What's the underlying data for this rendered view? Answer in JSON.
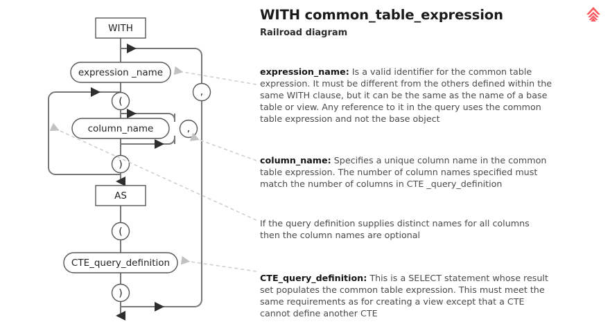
{
  "header": {
    "title": "WITH common_table_expression",
    "subtitle": "Railroad diagram",
    "logo_icon": "mountain-logo-icon",
    "logo_color": "#fa5a5f"
  },
  "diagram": {
    "type": "railroad-diagram",
    "nodes": {
      "with_keyword": "WITH",
      "expression_name": "expression _name",
      "open_paren_1": "(",
      "column_name": "column_name",
      "close_paren_1": ")",
      "as_keyword": "AS",
      "open_paren_2": "(",
      "cte_query_definition": "CTE_query_definition",
      "close_paren_2": ")",
      "comma_outer": ",",
      "comma_inner": ","
    },
    "colors": {
      "line": "#767676",
      "node_stroke": "#555555",
      "node_fill": "#ffffff",
      "arrow": "#2e2e2e",
      "leader": "#c6c6c6"
    }
  },
  "notes": [
    {
      "id": "expression-name",
      "term": "expression_name:",
      "body": " Is a valid identifier for the common table expression. It must be different from the others defined within the same WITH clause, but it can be the same as the name of a base table or view. Any reference to it in the query uses the common table expression and not the base object"
    },
    {
      "id": "column-name",
      "term": "column_name:",
      "body": " Specifies a unique column name in the common table expression. The number of column names specified must match the number of columns in CTE _query_definition"
    },
    {
      "id": "optional",
      "term": "",
      "body": "If the query definition supplies distinct names for all columns then the column names are optional"
    },
    {
      "id": "cte-query-definition",
      "term": "CTE_query_definition:",
      "body": " This is a SELECT statement whose result set populates the common table expression. This must meet the same requirements as for creating a view except that a CTE cannot define another CTE"
    }
  ]
}
